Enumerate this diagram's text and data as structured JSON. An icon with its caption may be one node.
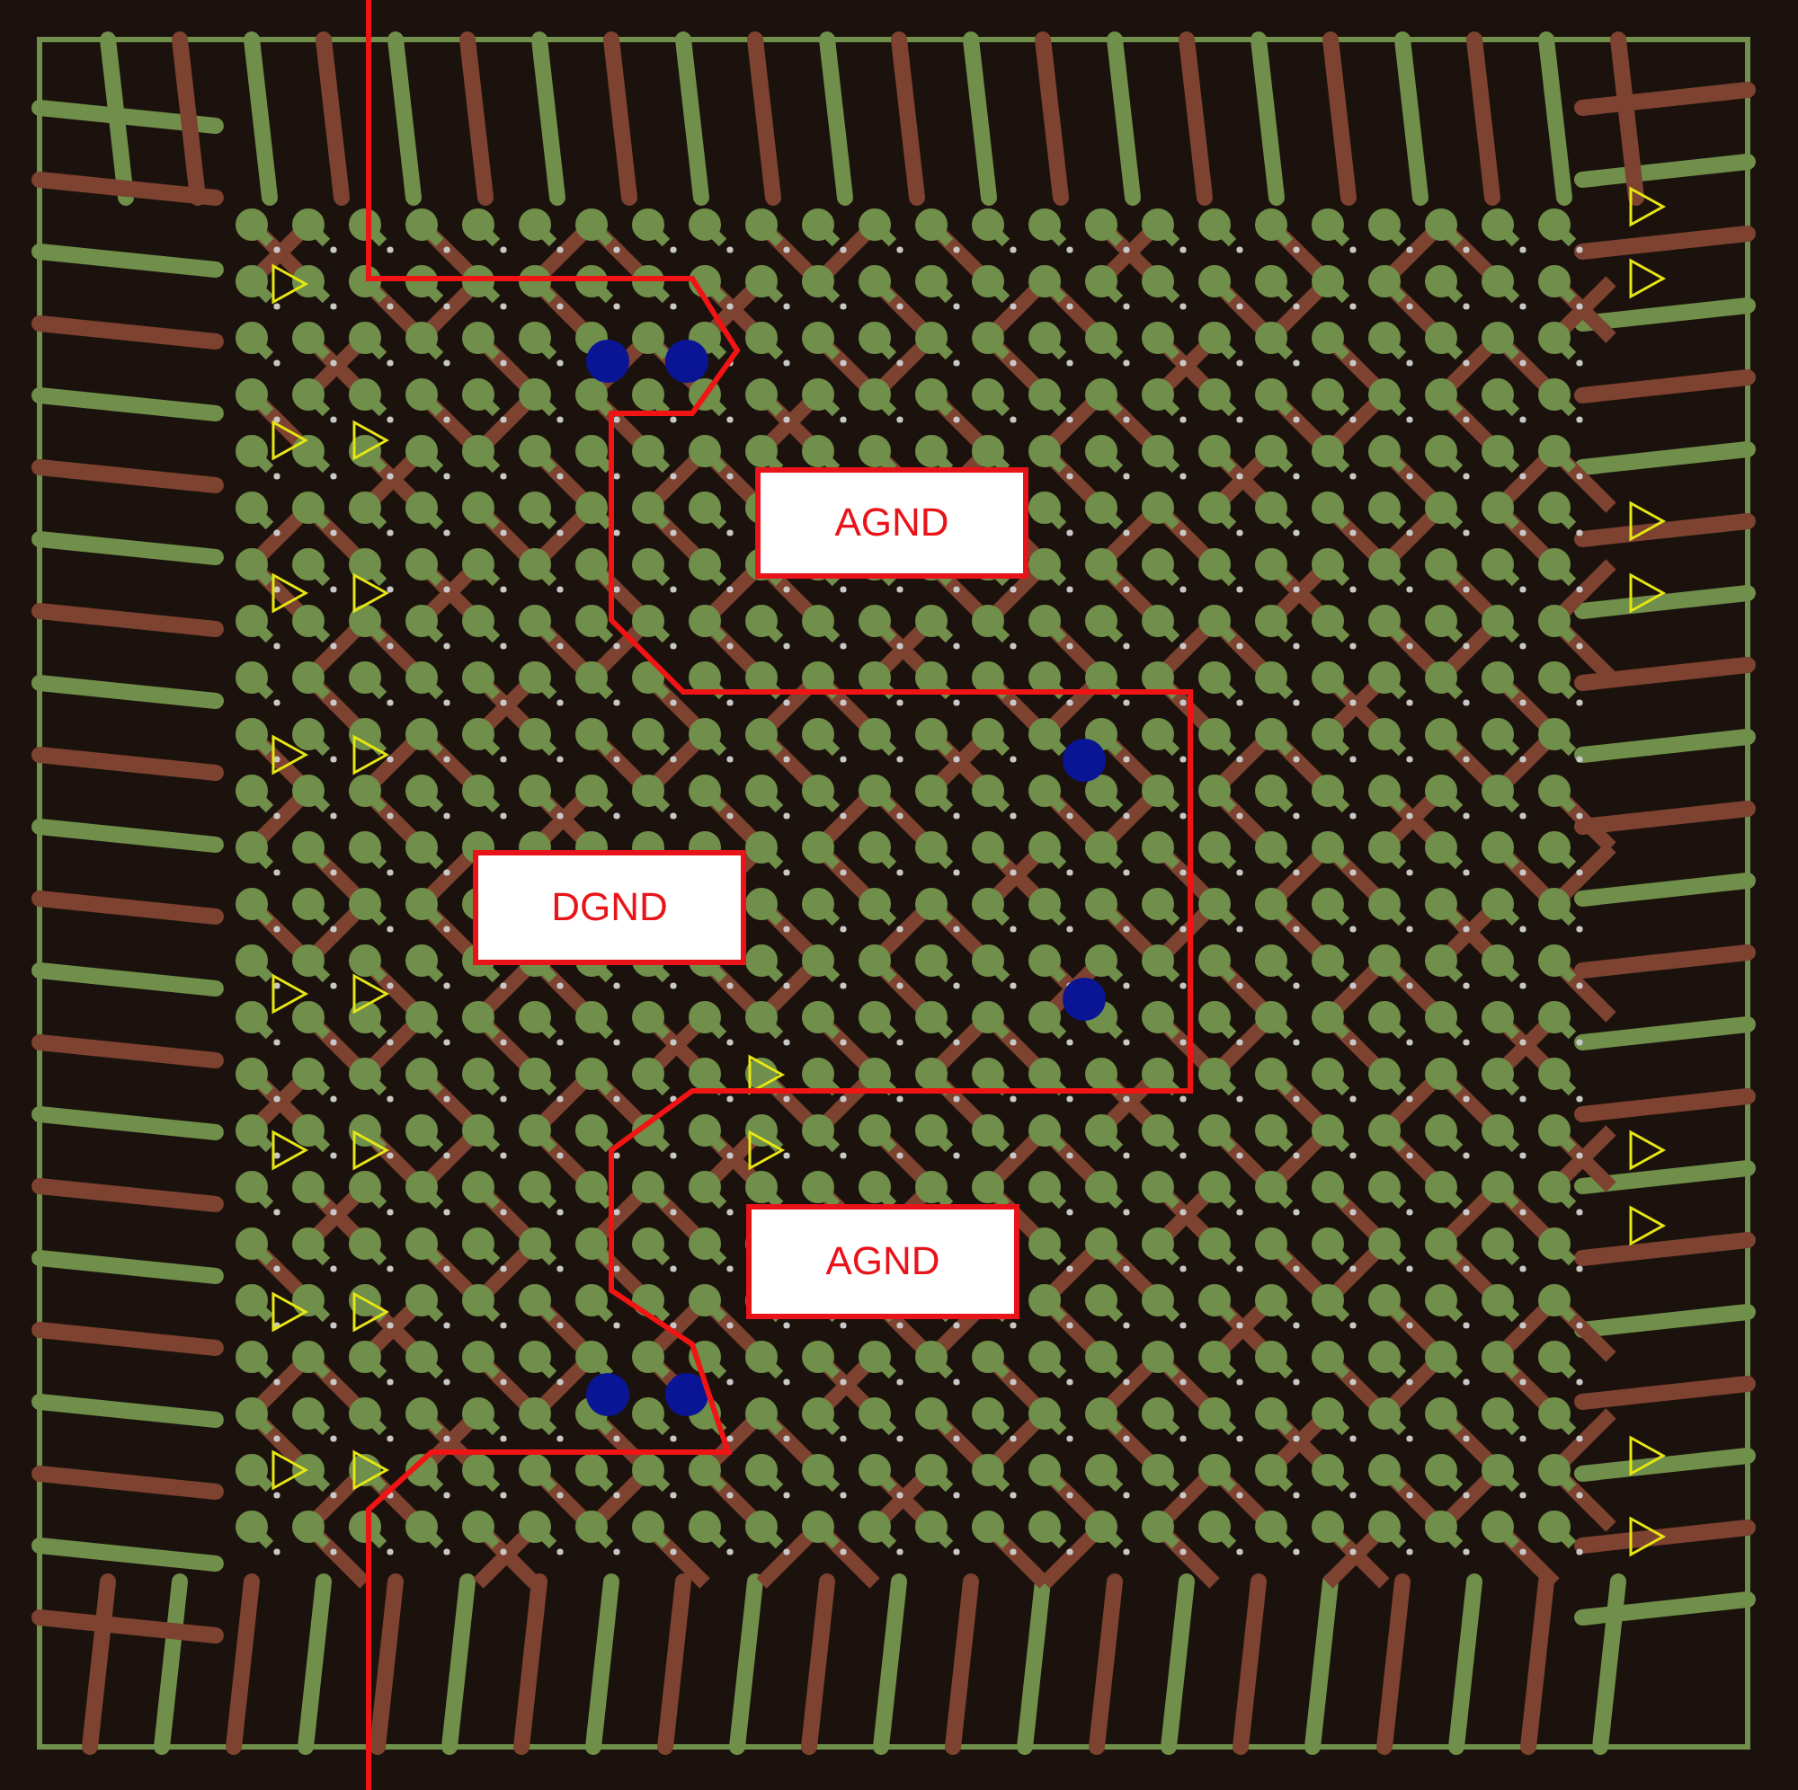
{
  "diagram": {
    "nodes": [
      {
        "text": [
          "AGND"
        ]
      },
      {
        "text": [
          "DGND"
        ]
      },
      {
        "text": [
          "AGND"
        ]
      }
    ]
  }
}
